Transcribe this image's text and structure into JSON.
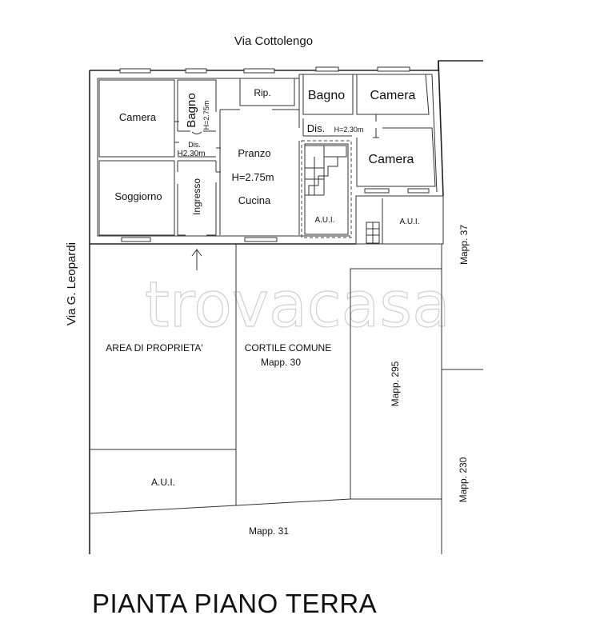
{
  "labels": {
    "street_top": "Via Cottolengo",
    "street_left": "Via G. Leopardi",
    "camera_1": "Camera",
    "bagno_1": "Bagno",
    "bagno_1_height": "H=2.75m",
    "rip": "Rip.",
    "bagno_2": "Bagno",
    "camera_2": "Camera",
    "dis_left": "Dis.",
    "dis_left_height": "H2.30m",
    "pranzo": "Pranzo",
    "pranzo_height": "H=2.75m",
    "cucina": "Cucina",
    "dis_right": "Dis.",
    "dis_right_height": "H=2.30m",
    "camera_3": "Camera",
    "soggiorno": "Soggiorno",
    "ingresso": "Ingresso",
    "aui_stairs": "A.U.I.",
    "aui_right": "A.U.I.",
    "mapp_37": "Mapp. 37",
    "area_proprieta": "AREA DI PROPRIETA'",
    "cortile_comune": "CORTILE COMUNE",
    "mapp_30": "Mapp. 30",
    "mapp_295": "Mapp. 295",
    "aui_bottom": "A.U.I.",
    "mapp_230": "Mapp. 230",
    "mapp_31": "Mapp. 31",
    "watermark": "trovacasa"
  },
  "title": "PIANTA PIANO TERRA"
}
